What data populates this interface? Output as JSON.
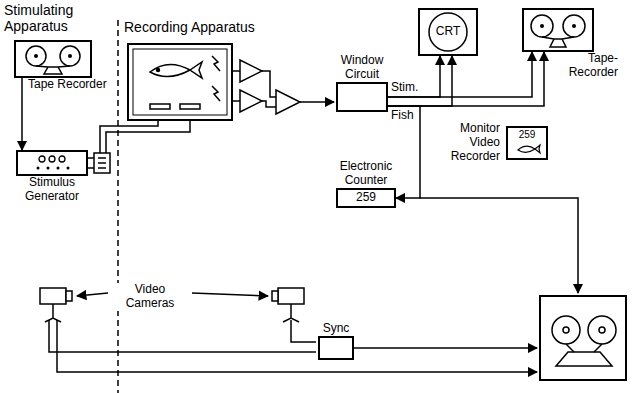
{
  "diagram": {
    "nodes": [
      {
        "text": [
          "Tape Recorder"
        ]
      },
      {
        "text": [
          "Stimulus Generator"
        ]
      },
      {
        "text": [
          "Window Circuit"
        ]
      },
      {
        "text": [
          "CRT"
        ]
      },
      {
        "text": [
          "Tape-Recorder"
        ]
      },
      {
        "text": [
          "Electronic Counter",
          "259"
        ]
      },
      {
        "text": [
          "Monitor Video Recorder",
          "259"
        ]
      },
      {
        "text": [
          "Sync"
        ]
      }
    ],
    "edges": [
      {
        "from": 0,
        "to": 1,
        "arrow": "to"
      },
      {
        "from": 2,
        "to": 3,
        "arrow": "to"
      },
      {
        "from": 2,
        "to": 3,
        "arrow": "to"
      },
      {
        "from": 2,
        "to": 4,
        "arrow": "to"
      },
      {
        "from": 2,
        "to": 4,
        "arrow": "to"
      },
      {
        "from": 2,
        "to": 5,
        "arrow": "to"
      }
    ],
    "labels": [
      "Stimulating Apparatus",
      "Recording Apparatus",
      "Stim.",
      "Fish",
      "Video Cameras"
    ]
  }
}
